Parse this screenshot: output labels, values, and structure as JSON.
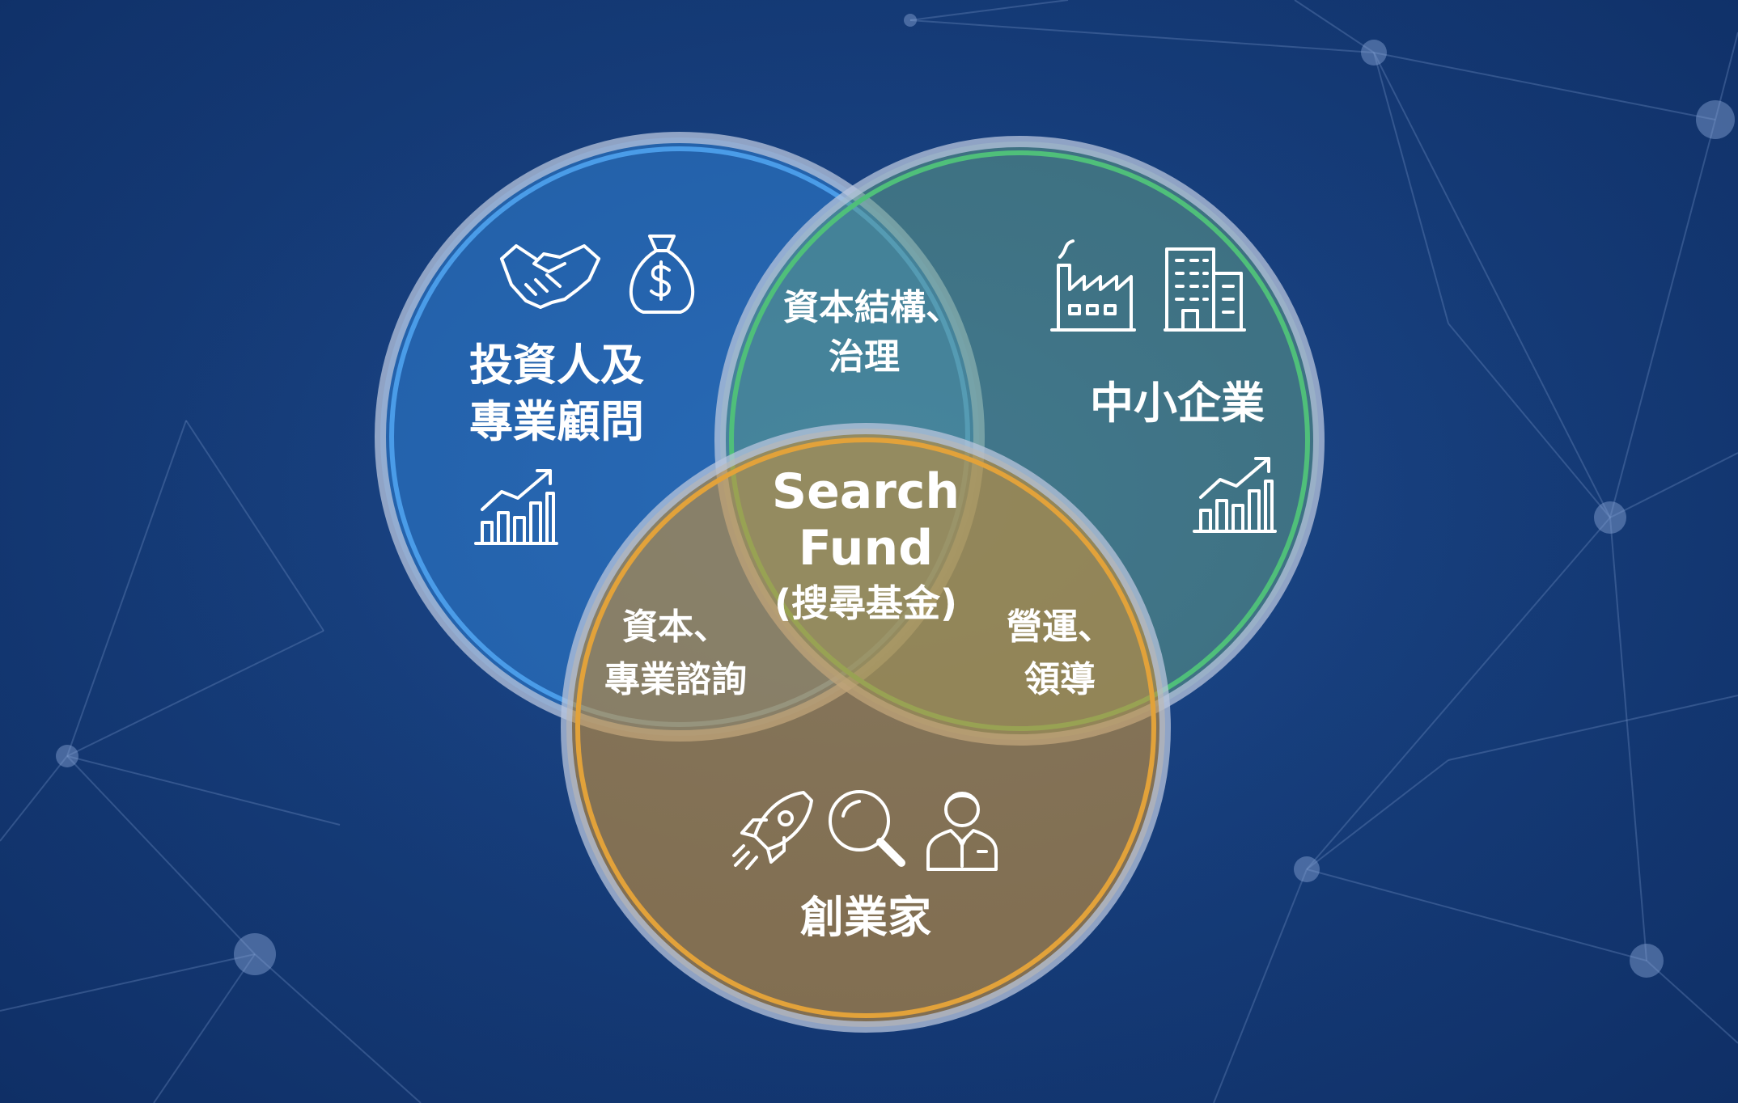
{
  "diagram": {
    "colors": {
      "background": "#163d7a",
      "circle_blue": "#2f7fd1",
      "circle_green": "#4fbf7a",
      "circle_orange": "#e2a23a"
    },
    "circles": {
      "investors": {
        "line1": "投資人及",
        "line2": "專業顧問",
        "icons": [
          "handshake-icon",
          "money-bag-icon",
          "growth-chart-icon"
        ]
      },
      "smes": {
        "label": "中小企業",
        "icons": [
          "factory-icon",
          "office-building-icon",
          "growth-chart-icon"
        ]
      },
      "entrepreneurs": {
        "label": "創業家",
        "icons": [
          "rocket-icon",
          "magnifier-icon",
          "businessman-icon"
        ]
      }
    },
    "overlaps": {
      "investors_smes": {
        "line1": "資本結構、",
        "line2": "治理"
      },
      "investors_entrepreneurs": {
        "line1": "資本、",
        "line2": "專業諮詢"
      },
      "smes_entrepreneurs": {
        "line1": "營運、",
        "line2": "領導"
      }
    },
    "center": {
      "line1": "Search",
      "line2": "Fund",
      "line3": "(搜尋基金)"
    }
  }
}
